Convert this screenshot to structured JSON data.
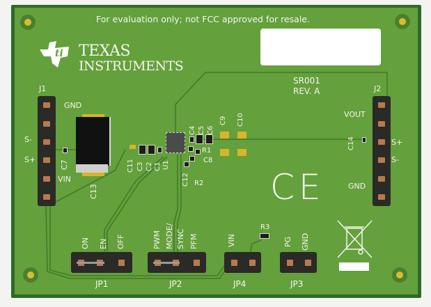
{
  "board": {
    "notice": "For evaluation only; not FCC approved for resale.",
    "logo": {
      "line1": "TEXAS",
      "line2": "INSTRUMENTS"
    },
    "part": "SR001",
    "revision": "REV. A",
    "ce_mark": "CE",
    "colors": {
      "soldermask": "#64a03c",
      "edge": "#2d6a2a",
      "silkscreen": "#f4f6ef",
      "pads": "#d9b42c",
      "headers": "#2a2a27"
    }
  },
  "connectors": {
    "j1": {
      "ref": "J1",
      "labels": {
        "gnd": "GND",
        "s_minus": "S-",
        "s_plus": "S+",
        "vin": "VIN"
      }
    },
    "j2": {
      "ref": "J2",
      "labels": {
        "vout": "VOUT",
        "s_plus": "S+",
        "s_minus": "S-",
        "gnd": "GND"
      }
    }
  },
  "components": {
    "c7": "C7",
    "c13": "C13",
    "c11": "C11",
    "c3": "C3",
    "c2": "C2",
    "c1": "C1",
    "u1": "U1",
    "c4": "C4",
    "c5": "C5",
    "c6": "C6",
    "c9": "C9",
    "c10": "C10",
    "c14": "C14",
    "r1": "R1",
    "c8": "C8",
    "c12": "C12",
    "r2": "R2",
    "r3": "R3"
  },
  "jumpers": {
    "jp1": {
      "ref": "JP1",
      "labels": [
        "ON",
        "EN",
        "OFF"
      ]
    },
    "jp2": {
      "ref": "JP2",
      "labels": [
        "PWM",
        "MODE/",
        "SYNC",
        "PFM"
      ]
    },
    "jp4": {
      "ref": "JP4",
      "labels": [
        "VIN"
      ]
    },
    "jp3": {
      "ref": "JP3",
      "labels": [
        "PG",
        "GND"
      ]
    }
  }
}
